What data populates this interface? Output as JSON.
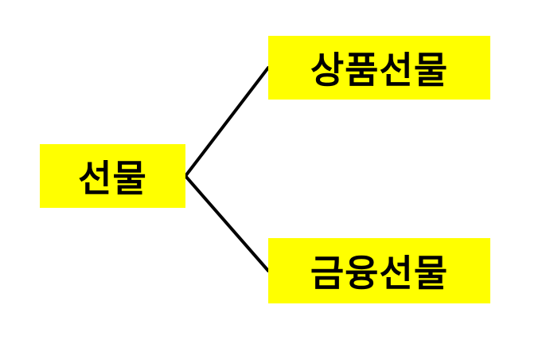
{
  "diagram": {
    "root": {
      "label": "선물"
    },
    "children": [
      {
        "label": "상품선물"
      },
      {
        "label": "금융선물"
      }
    ]
  },
  "colors": {
    "box_fill": "#ffff00",
    "text": "#000000",
    "connector": "#000000",
    "background": "#ffffff"
  }
}
